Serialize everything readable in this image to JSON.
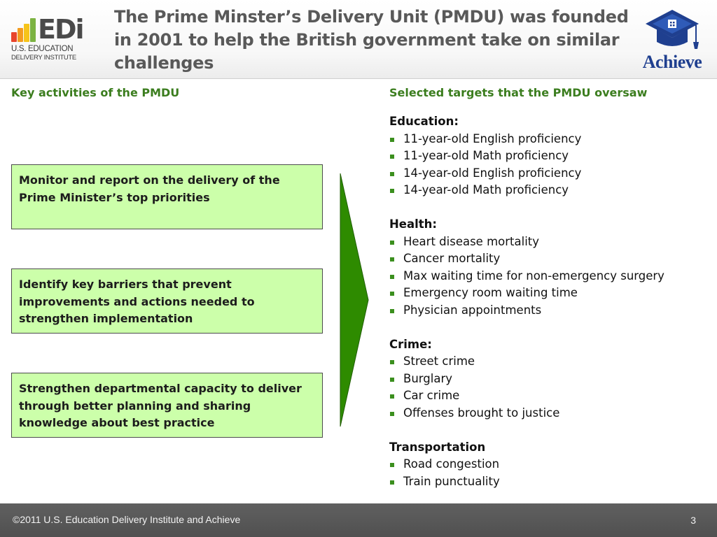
{
  "header": {
    "title": "The Prime Minster’s Delivery Unit (PMDU) was founded in 2001 to help the British government take on similar challenges",
    "edi_logo": {
      "word": "EDi",
      "line1": "U.S. EDUCATION",
      "line2": "DELIVERY INSTITUTE",
      "bar_colors": [
        "#e8452c",
        "#f39c1f",
        "#f6c41a",
        "#7cb342"
      ]
    },
    "achieve_logo": {
      "word": "Achieve",
      "color": "#1f3f8f"
    }
  },
  "left": {
    "heading": "Key activities of the PMDU",
    "activities": [
      "Monitor and report on the delivery of the Prime Minister’s top priorities",
      "Identify key barriers  that prevent improvements and actions needed to strengthen implementation",
      "Strengthen departmental capacity to deliver through better planning and sharing knowledge about best practice"
    ]
  },
  "right": {
    "heading": "Selected targets that the PMDU oversaw",
    "groups": [
      {
        "title": "Education:",
        "items": [
          "11-year-old English proficiency",
          "11-year-old Math proficiency",
          "14-year-old English proficiency",
          "14-year-old Math proficiency"
        ]
      },
      {
        "title": "Health:",
        "items": [
          "Heart disease mortality",
          "Cancer mortality",
          "Max waiting time for non-emergency surgery",
          "Emergency room waiting time",
          "Physician appointments"
        ]
      },
      {
        "title": "Crime:",
        "items": [
          "Street crime",
          "Burglary",
          "Car crime",
          "Offenses brought to justice"
        ]
      },
      {
        "title": "Transportation",
        "items": [
          "Road congestion",
          "Train punctuality"
        ]
      }
    ]
  },
  "footer": {
    "copyright": "©2011 U.S. Education Delivery Institute and Achieve",
    "page": "3"
  },
  "colors": {
    "accent_green": "#3b7d1e",
    "box_fill": "#ccffaa",
    "arrow_fill": "#2e8b00",
    "title_gray": "#595959",
    "footer_bg": "#585858"
  },
  "icons": [
    "edi-logo",
    "achieve-graduation-cap-logo",
    "right-arrow",
    "square-bullet"
  ]
}
